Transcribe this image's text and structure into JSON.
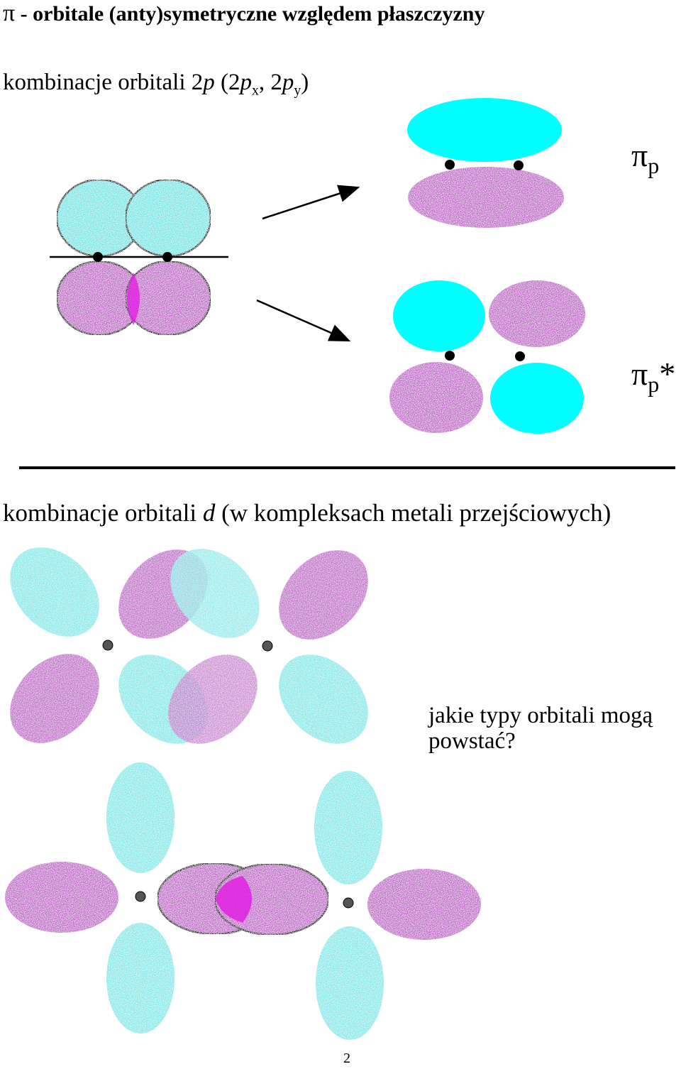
{
  "title": {
    "pi": "π",
    "rest": " - orbitale (anty)symetryczne względem płaszczyzny"
  },
  "subtitle_p": {
    "pre": "kombinacje orbitali 2",
    "p": "p",
    "mid": "  (2",
    "p1": "p",
    "x": "x",
    "comma": ", 2",
    "p2": "p",
    "y": "y",
    "close": ")"
  },
  "label_pi_p": {
    "pi": "π",
    "sub": "p"
  },
  "label_pi_pstar": {
    "pi": "π",
    "sub": "p",
    "star": "*"
  },
  "subtitle_d": {
    "pre": "kombinacje orbitali ",
    "d": "d",
    "post": " (w kompleksach metali przejściowych)"
  },
  "question": "jakie typy orbitali mogą powstać?",
  "page_number": "2",
  "colors": {
    "cyan": "#00ffff",
    "cyan_light": "#7ee8e8",
    "magenta": "#c060c8",
    "magenta_dark": "#b040b8",
    "overlap": "#e020e0"
  }
}
